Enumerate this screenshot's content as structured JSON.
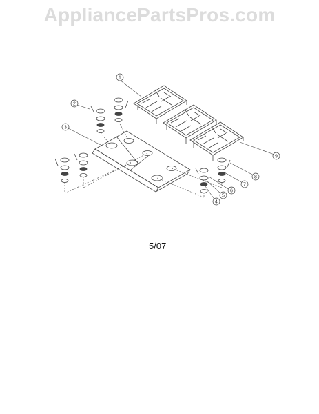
{
  "watermark": {
    "text": "AppliancePartsPros.com"
  },
  "diagram": {
    "date_code": "5/07",
    "callouts": [
      "1",
      "2",
      "3",
      "4",
      "5",
      "6",
      "7",
      "8",
      "9"
    ]
  }
}
